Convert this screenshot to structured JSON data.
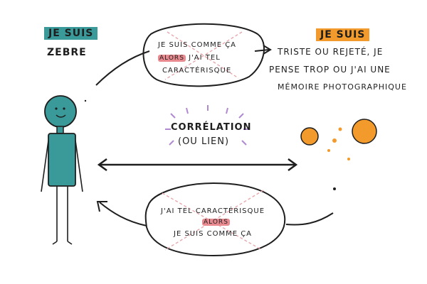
{
  "left_label": {
    "badge": "JE SUIS",
    "text": "ZEBRE"
  },
  "right_label": {
    "badge": "JE SUIS",
    "line1": "TRISTE OU REJETÉ, JE",
    "line2": "PENSE TROP OU J'AI UNE",
    "line3": "MÉMOIRE PHOTOGRAPHIQUE"
  },
  "top_bubble": {
    "line1": "JE SUIS COMME ÇA",
    "mark": "ALORS",
    "line2_rest": "J'AI TEL",
    "line3": "CARACTÉRISQUE"
  },
  "center": {
    "line1": "CORRÉLATION",
    "line2": "(OU LIEN)"
  },
  "bottom_bubble": {
    "line1": "J'AI TEL CARACTÉRISQUE",
    "mark": "ALORS",
    "line3": "JE SUIS COMME ÇA"
  },
  "colors": {
    "teal": "#3a9a9a",
    "orange": "#f39a2c",
    "mark_pink": "#e88a90",
    "spark_purple": "#b08ad0"
  },
  "icons": [
    "person-figure",
    "orange-blobs"
  ]
}
